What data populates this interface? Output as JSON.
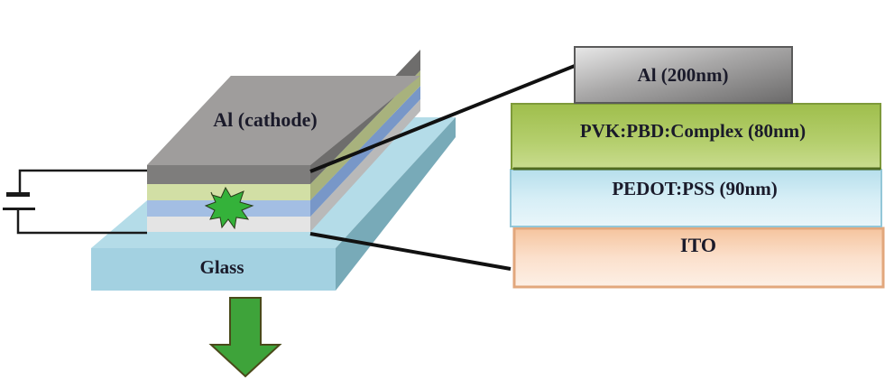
{
  "device_3d": {
    "top_label": "Al (cathode)",
    "substrate_label": "Glass",
    "layers_front": [
      "Al",
      "PVK:PBD:Complex",
      "PEDOT:PSS",
      "ITO"
    ],
    "emission_icon": "starburst-icon",
    "light_direction_icon": "arrow-down-icon",
    "power_source_icon": "battery-icon"
  },
  "layer_stack": {
    "layers": [
      {
        "label": "Al (200nm)",
        "color": "#a9a8a8"
      },
      {
        "label": "PVK:PBD:Complex (80nm)",
        "color": "#a8c55c"
      },
      {
        "label": "PEDOT:PSS (90nm)",
        "color": "#cfe9f2"
      },
      {
        "label": "ITO",
        "color": "#f8d4b8"
      }
    ]
  },
  "colors": {
    "al_top": "#9f9d9c",
    "al_front": "#7e7d7c",
    "al_side": "#6e6d6c",
    "emitter_front": "#d2dfa5",
    "emitter_side": "#a8b27d",
    "pedot_front": "#a3bee3",
    "pedot_side": "#7897c8",
    "ito_front": "#e4e4e4",
    "ito_side": "#b9b9b9",
    "glass_top": "#b4dce8",
    "glass_front": "#a3d1e1",
    "glass_side": "#78aab8",
    "star": "#34b23a",
    "arrow": "#3ea33a"
  }
}
